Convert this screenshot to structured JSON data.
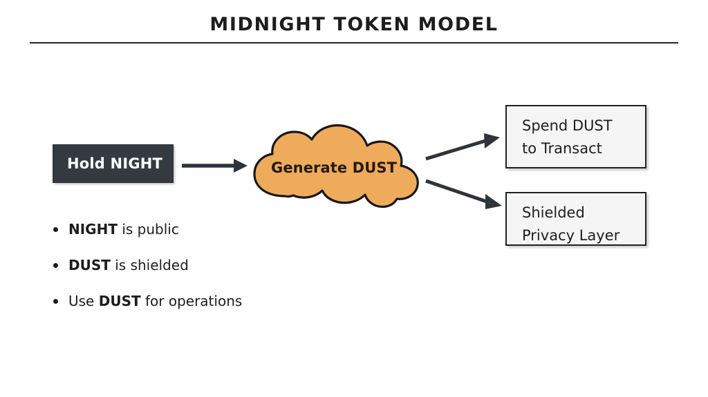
{
  "slide": {
    "title": "MIDNIGHT TOKEN MODEL",
    "background_color": "#ffffff",
    "rule_color": "#20232a"
  },
  "diagram": {
    "source_node": {
      "label": "Hold NIGHT",
      "fill_color": "#343a40",
      "text_color": "#ffffff"
    },
    "process_node": {
      "shape": "cloud",
      "label": "Generate DUST",
      "fill_color": "#eeab5c",
      "stroke_color": "#1a1a1a",
      "text_color": "#231a10"
    },
    "connectors": [
      {
        "name": "hold-to-cloud",
        "style": "straight-arrow",
        "color": "#2e343b"
      },
      {
        "name": "cloud-to-spend",
        "style": "diagonal-arrow-up",
        "color": "#2e343b"
      },
      {
        "name": "cloud-to-shielded",
        "style": "diagonal-arrow-down",
        "color": "#2e343b"
      }
    ],
    "outcomes": [
      {
        "name": "spend-dust",
        "lines": [
          "Spend DUST",
          "to Transact"
        ],
        "fill_color": "#f5f5f5",
        "border_color": "#1c1f24"
      },
      {
        "name": "shielded-privacy",
        "lines": [
          "Shielded",
          "Privacy Layer"
        ],
        "fill_color": "#f5f5f5",
        "border_color": "#1c1f24"
      }
    ]
  },
  "bullets": [
    {
      "strong": "NIGHT",
      "rest": " is public",
      "lead": ""
    },
    {
      "strong": "DUST",
      "rest": " is shielded",
      "lead": ""
    },
    {
      "strong": "DUST",
      "rest": " for operations",
      "lead": "Use "
    }
  ]
}
